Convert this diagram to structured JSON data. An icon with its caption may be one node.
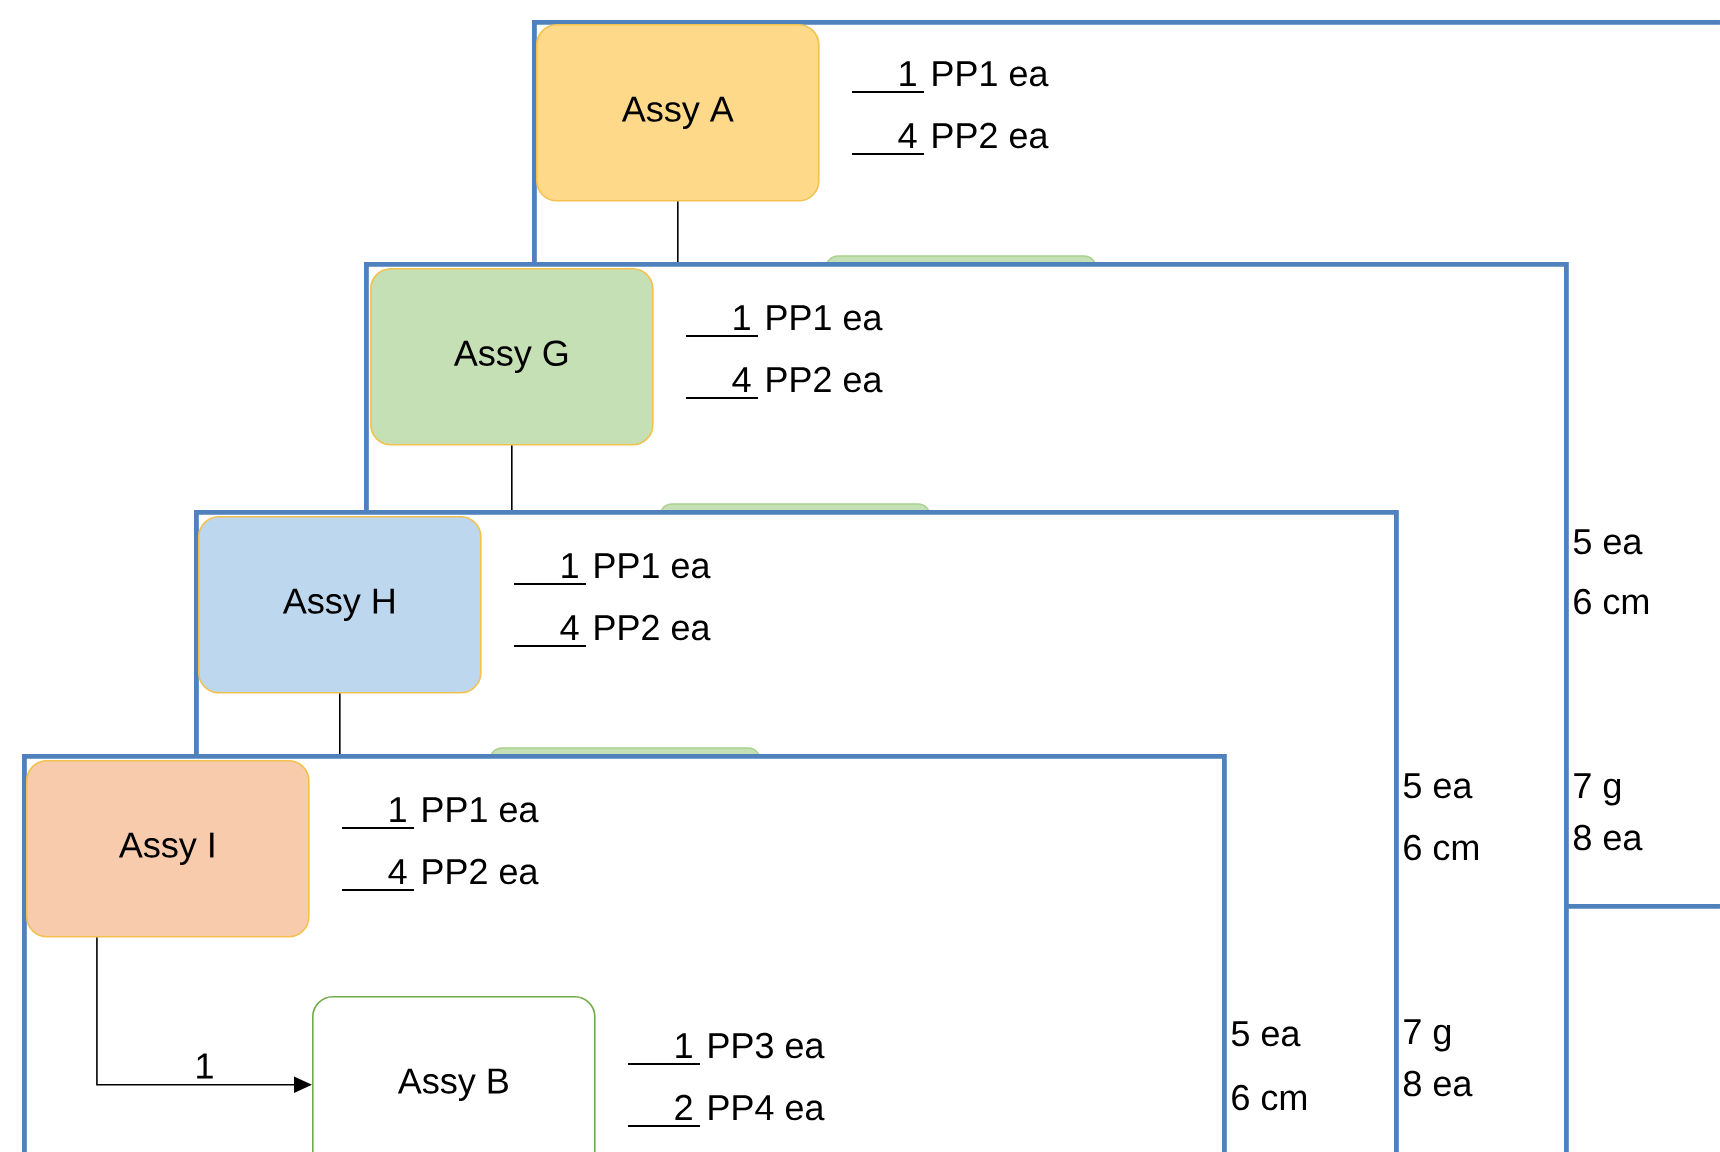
{
  "diagram": {
    "nodes": [
      {
        "text": [],
        "shape": "box"
      },
      {
        "text": [
          "Assy A"
        ],
        "in": 0,
        "beside": [
          "1",
          "PP1 ea",
          "4",
          "PP2 ea"
        ]
      },
      {
        "text": [],
        "shape": "box"
      },
      {
        "text": [
          "Assy G"
        ],
        "in": 2,
        "beside": [
          "1",
          "PP1 ea",
          "4",
          "PP2 ea"
        ]
      },
      {
        "text": [],
        "shape": "box"
      },
      {
        "text": [
          "Assy H"
        ],
        "in": 4,
        "beside": [
          "1",
          "PP1 ea",
          "4",
          "PP2 ea"
        ]
      },
      {
        "text": [],
        "shape": "box"
      },
      {
        "text": [
          "Assy I"
        ],
        "in": 6,
        "beside": [
          "1",
          "PP1 ea",
          "4",
          "PP2 ea"
        ]
      },
      {
        "text": [
          "Assy B"
        ],
        "in": 6,
        "beside": [
          "1",
          "PP3 ea",
          "2",
          "PP4 ea"
        ]
      }
    ],
    "edges": [
      {
        "from": 1,
        "to": 2,
        "arrow": "none"
      },
      {
        "from": 3,
        "to": 4,
        "arrow": "none"
      },
      {
        "from": 5,
        "to": 6,
        "arrow": "none"
      },
      {
        "from": 7,
        "to": 8,
        "arrow": "to",
        "label": "1"
      }
    ],
    "labels": [
      "5 ea",
      "6 cm",
      "7 g",
      "8 ea",
      "5 ea",
      "6 cm",
      "7 g",
      "8 ea",
      "5 ea",
      "6 cm"
    ]
  }
}
